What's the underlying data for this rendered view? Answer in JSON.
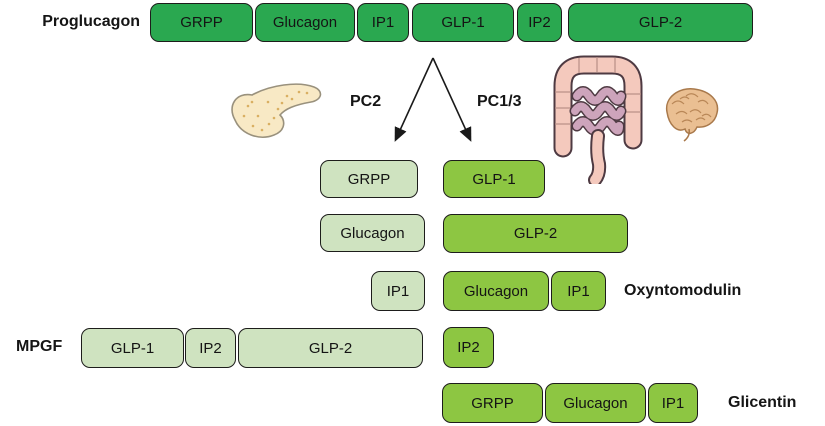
{
  "colors": {
    "proglucagon_box": "#2aa850",
    "pc2_product_box": "#cfe3c0",
    "pc13_product_box": "#8dc642",
    "box_border": "#1d1d1b",
    "arrow": "#1a1a1a"
  },
  "proglucagon": {
    "label": "Proglucagon",
    "segments": [
      "GRPP",
      "Glucagon",
      "IP1",
      "GLP-1",
      "IP2",
      "GLP-2"
    ]
  },
  "enzymes": {
    "pc2": "PC2",
    "pc13": "PC1/3"
  },
  "organs": {
    "pc2_site": "pancreas",
    "pc13_sites": [
      "intestine",
      "brain"
    ]
  },
  "pc2_products": {
    "row1": [
      "GRPP"
    ],
    "row2": [
      "Glucagon"
    ],
    "row3": [
      "IP1"
    ],
    "mpgf": {
      "label": "MPGF",
      "segments": [
        "GLP-1",
        "IP2",
        "GLP-2"
      ]
    }
  },
  "pc13_products": {
    "row1": [
      "GLP-1"
    ],
    "row2": [
      "GLP-2"
    ],
    "oxyntomodulin": {
      "label": "Oxyntomodulin",
      "segments": [
        "Glucagon",
        "IP1"
      ]
    },
    "row4": [
      "IP2"
    ],
    "glicentin": {
      "label": "Glicentin",
      "segments": [
        "GRPP",
        "Glucagon",
        "IP1"
      ]
    }
  }
}
